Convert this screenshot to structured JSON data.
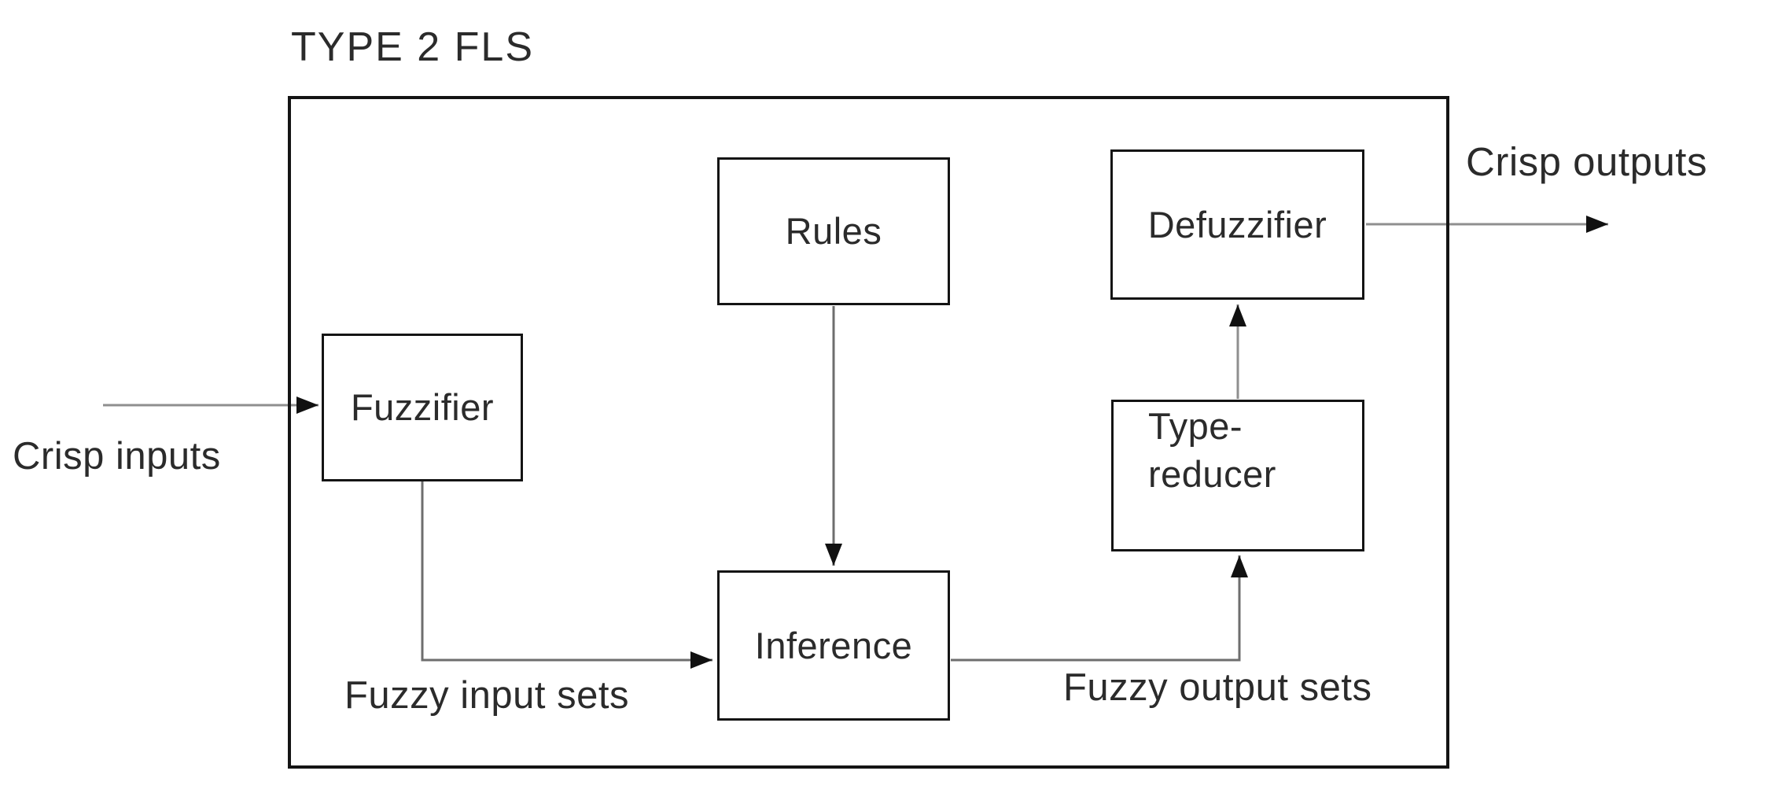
{
  "diagram": {
    "title": "TYPE 2 FLS",
    "boxes": {
      "fuzzifier": {
        "label": "Fuzzifier"
      },
      "rules": {
        "label": "Rules"
      },
      "inference": {
        "label": "Inference"
      },
      "type_reducer": {
        "line1": "Type-",
        "line2": "reducer"
      },
      "defuzzifier": {
        "label": "Defuzzifier"
      }
    },
    "flow_labels": {
      "crisp_inputs": "Crisp inputs",
      "fuzzy_input_sets": "Fuzzy input sets",
      "fuzzy_output_sets": "Fuzzy output sets",
      "crisp_outputs": "Crisp outputs"
    },
    "colors": {
      "background": "#ffffff",
      "box_border": "#141414",
      "connector_line": "#8f8f8f",
      "arrowhead": "#111111",
      "text": "#2b2b2b"
    }
  }
}
